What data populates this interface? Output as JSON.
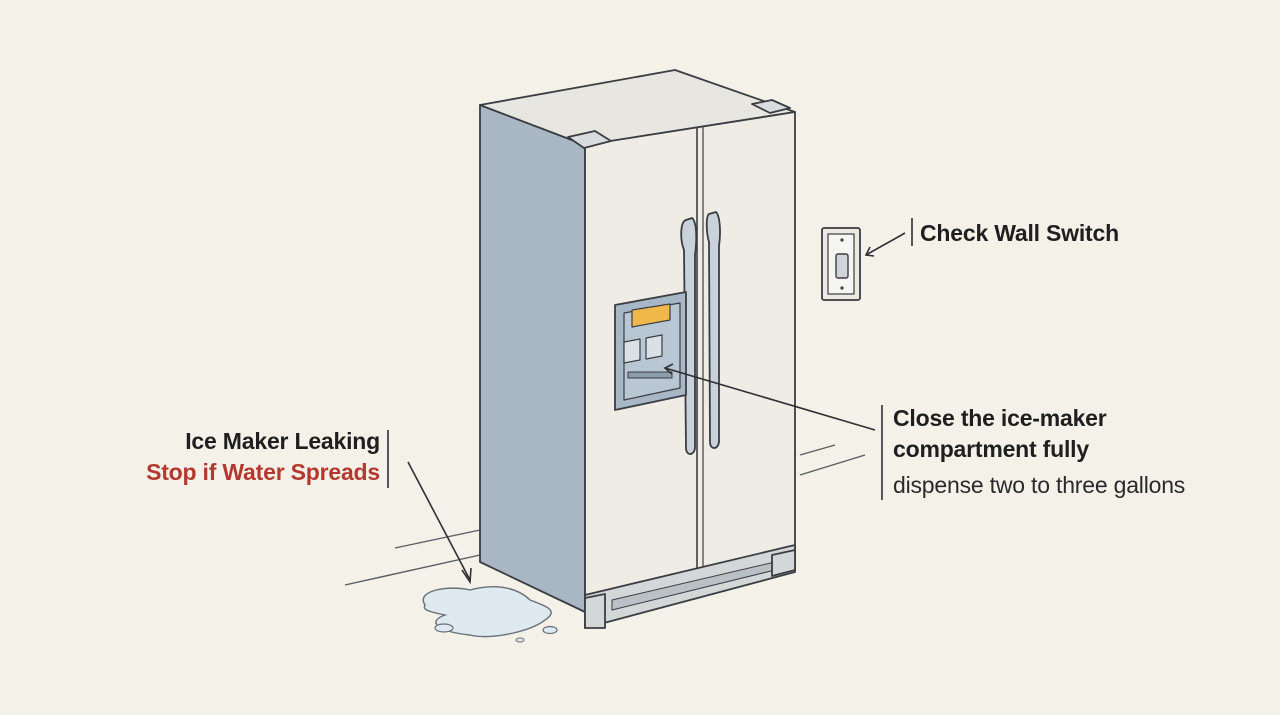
{
  "callouts": {
    "ice_maker": {
      "title": "Ice Maker Leaking",
      "warning": "Stop if Water Spreads",
      "warning_color": "#b5382e"
    },
    "wall_switch": {
      "title": "Check Wall Switch"
    },
    "dispenser": {
      "title_line1": "Close the ice-maker",
      "title_line2": "compartment fully",
      "subtitle": "dispense two to three gallons"
    }
  },
  "illustration": {
    "subject": "side-by-side-refrigerator",
    "icons": [
      "refrigerator-icon",
      "wall-switch-icon",
      "water-puddle-icon",
      "dispenser-icon"
    ],
    "colors": {
      "background": "#f4f1e9",
      "fridge_side": "#a9b6c4",
      "fridge_front": "#eeece4",
      "display": "#f0b84a",
      "water": "#dfe9f0",
      "outline": "#3a3d42"
    }
  }
}
